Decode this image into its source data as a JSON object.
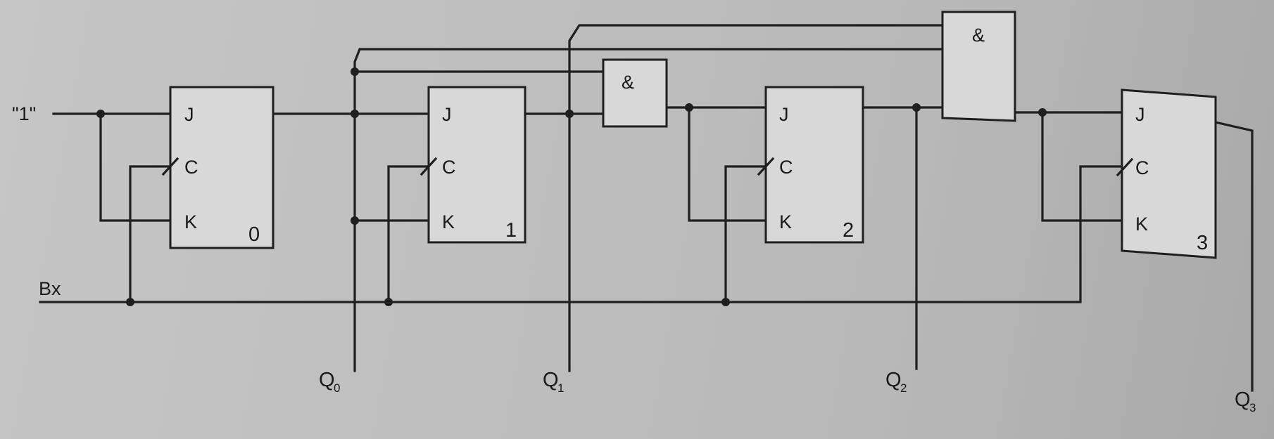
{
  "inputs": {
    "one": "\"1\"",
    "clock": "Bx"
  },
  "pins": {
    "j": "J",
    "c": "C",
    "k": "K"
  },
  "flipflops": [
    {
      "number": "0"
    },
    {
      "number": "1"
    },
    {
      "number": "2"
    },
    {
      "number": "3"
    }
  ],
  "gates": [
    {
      "symbol": "&"
    },
    {
      "symbol": "&"
    }
  ],
  "outputs": [
    {
      "letter": "Q",
      "sub": "0"
    },
    {
      "letter": "Q",
      "sub": "1"
    },
    {
      "letter": "Q",
      "sub": "2"
    },
    {
      "letter": "Q",
      "sub": "3"
    }
  ]
}
